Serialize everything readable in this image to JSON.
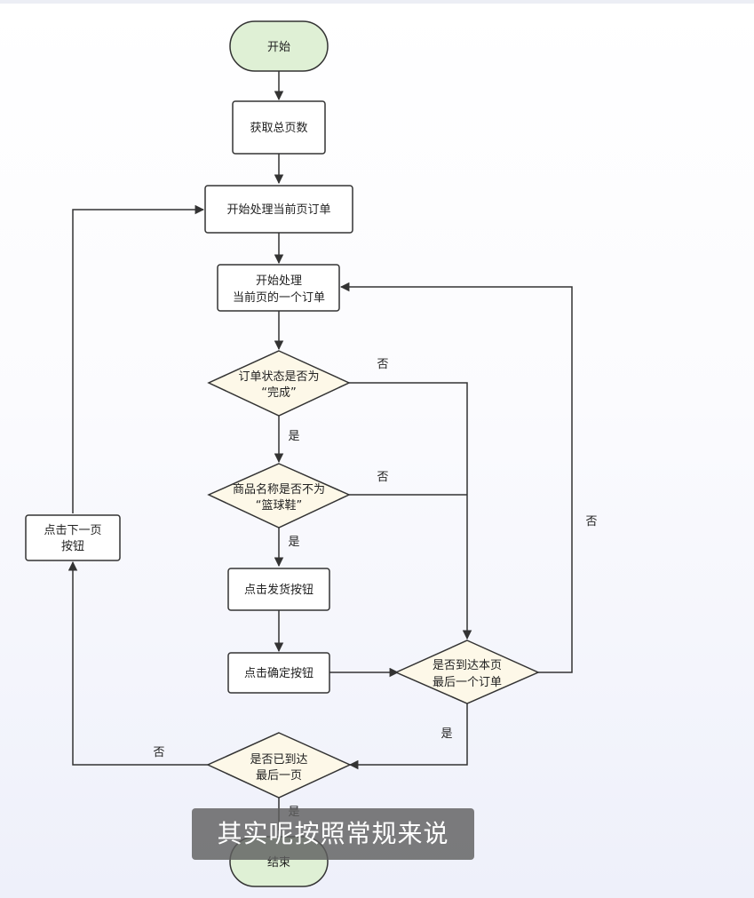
{
  "colors": {
    "terminal_fill": "#dff0d5",
    "process_fill": "#ffffff",
    "decision_fill": "#fdf8e8",
    "stroke": "#333333"
  },
  "nodes": {
    "start": "开始",
    "get_total_pages": "获取总页数",
    "process_current_page": "开始处理当前页订单",
    "process_one_order_l1": "开始处理",
    "process_one_order_l2": "当前页的一个订单",
    "check_status_l1": "订单状态是否为",
    "check_status_l2": "“完成”",
    "check_name_l1": "商品名称是否不为",
    "check_name_l2": "“篮球鞋”",
    "click_ship": "点击发货按钮",
    "click_confirm": "点击确定按钮",
    "last_order_l1": "是否到达本页",
    "last_order_l2": "最后一个订单",
    "last_page_l1": "是否已到达",
    "last_page_l2": "最后一页",
    "next_page_l1": "点击下一页",
    "next_page_l2": "按钮",
    "end": "结束"
  },
  "labels": {
    "status_no": "否",
    "status_yes": "是",
    "name_no": "否",
    "name_yes": "是",
    "last_order_no": "否",
    "last_order_yes": "是",
    "last_page_no": "否",
    "last_page_yes": "是"
  },
  "subtitle": "其实呢按照常规来说"
}
